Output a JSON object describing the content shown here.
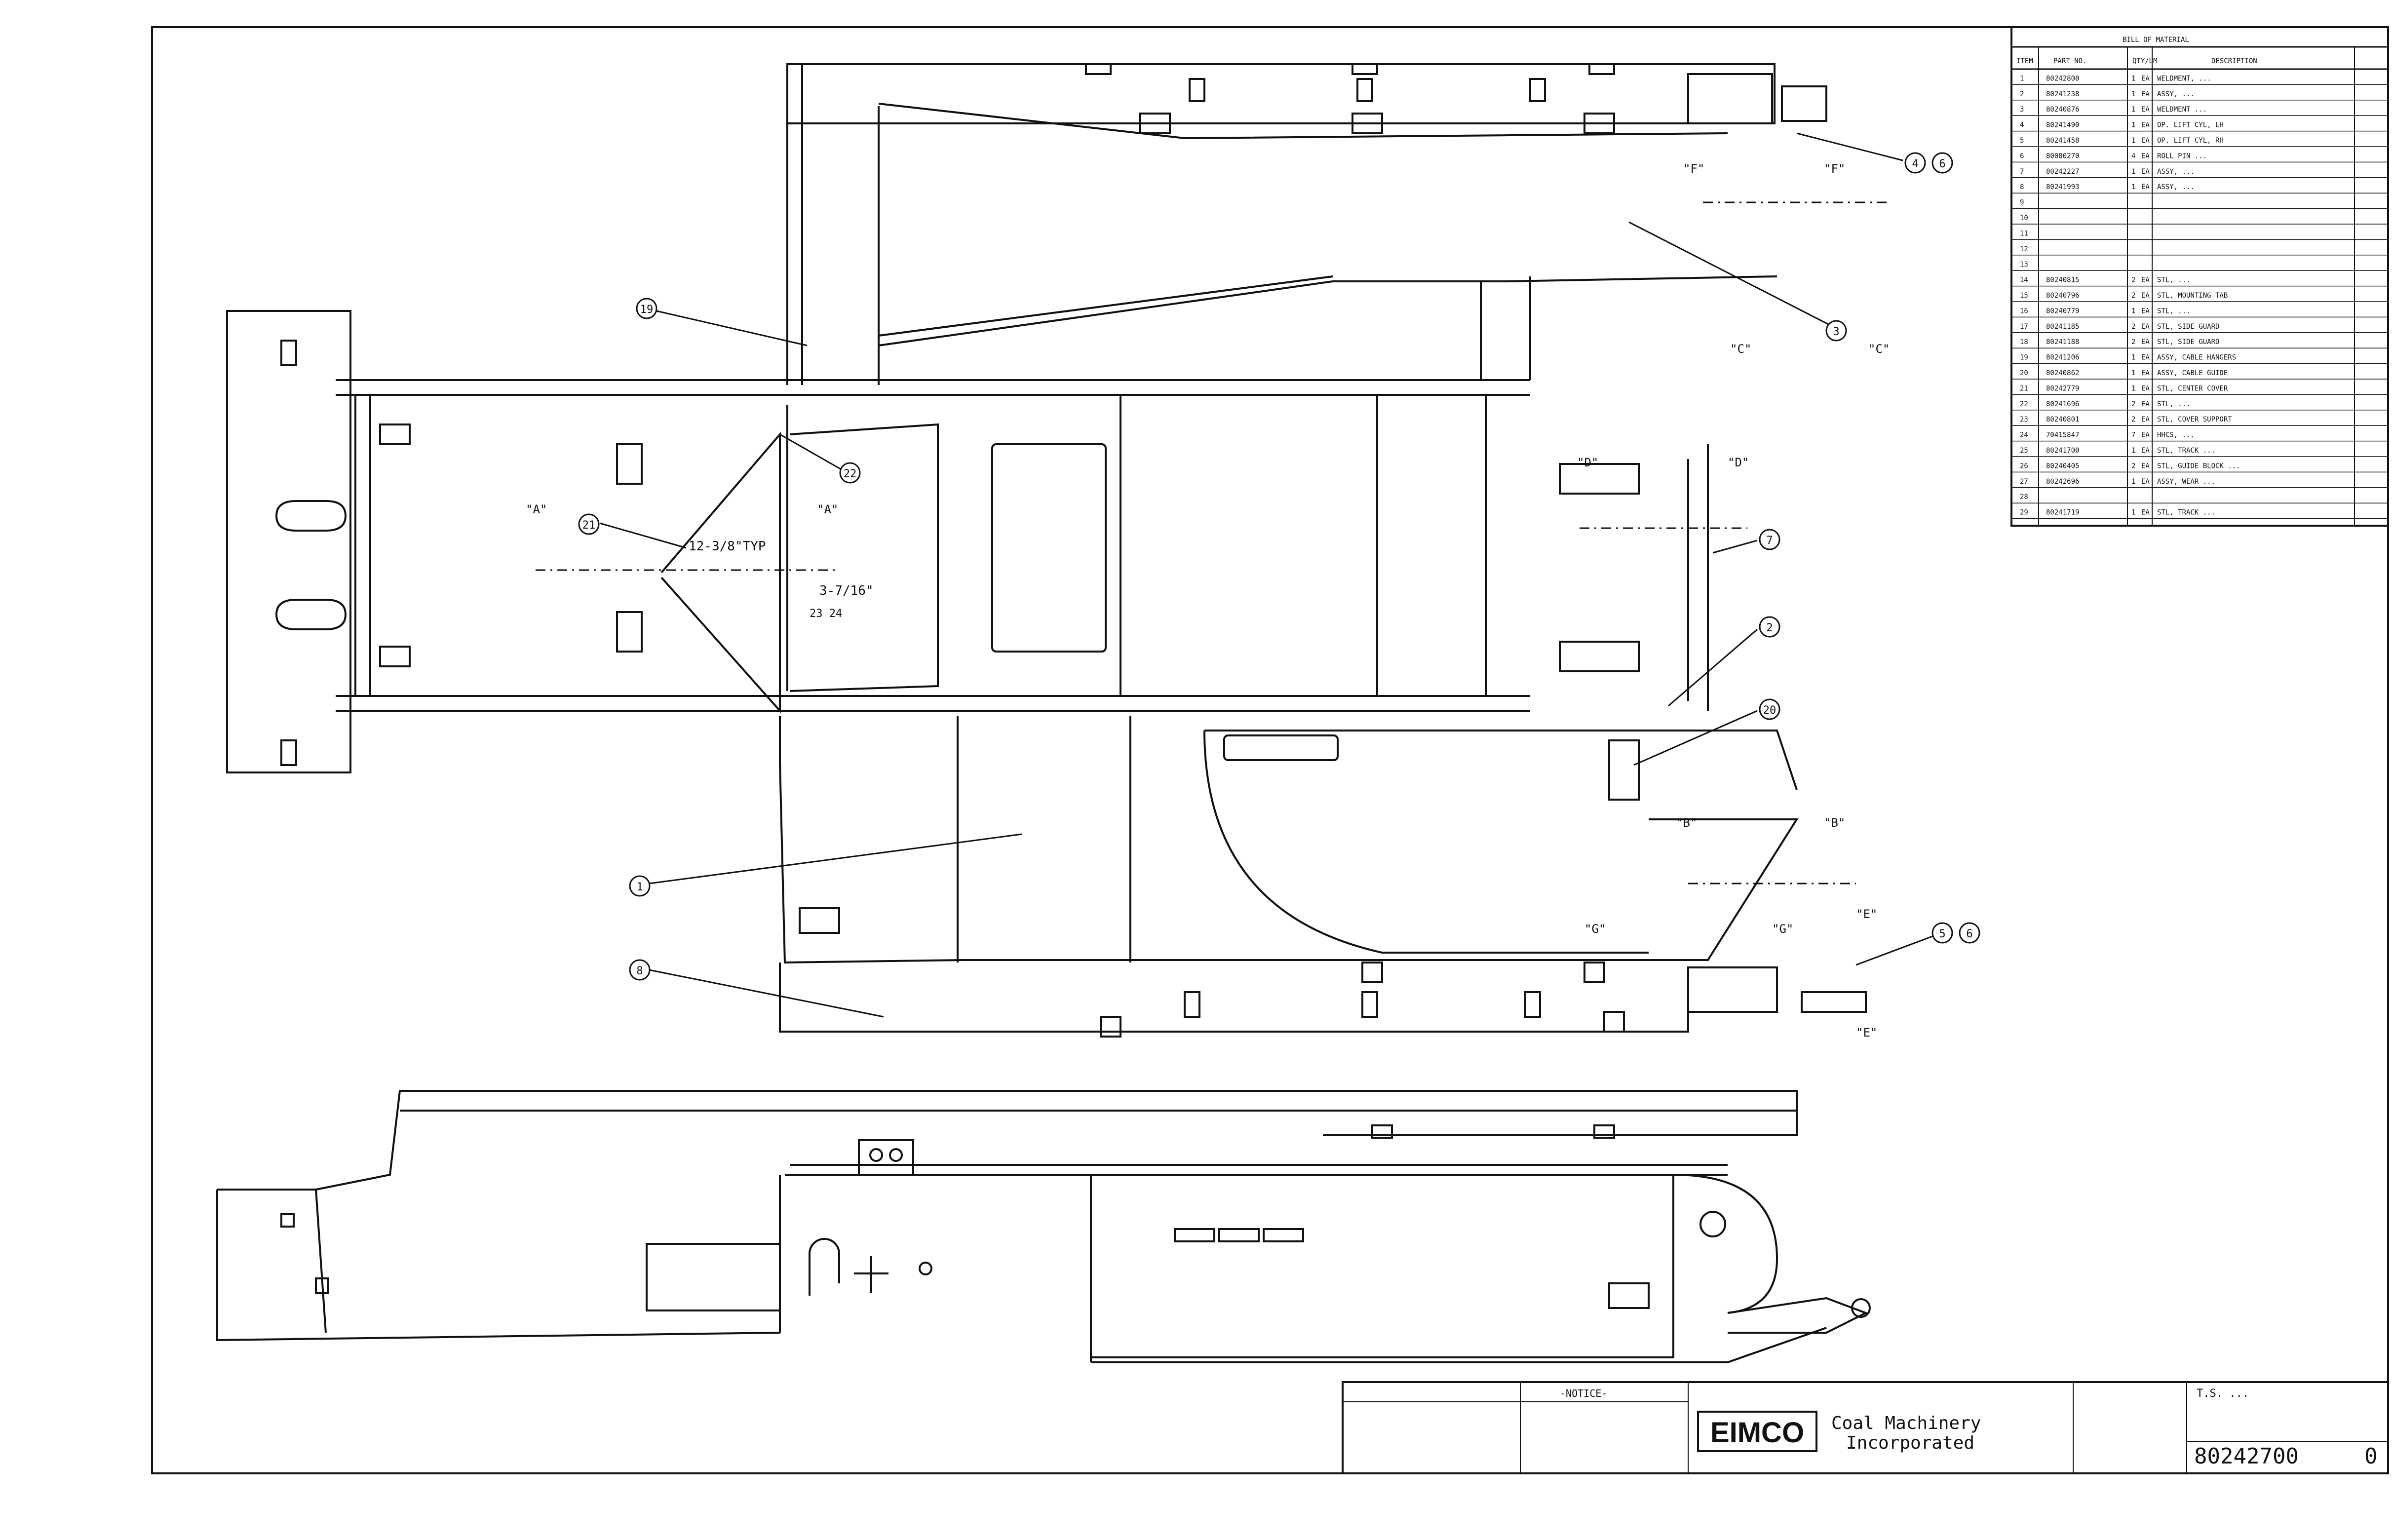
{
  "bom": {
    "title": "BILL OF MATERIAL",
    "col_headers": [
      "ITEM",
      "PART NO.",
      "QTY/UM",
      "DESCRIPTION"
    ],
    "rows": [
      {
        "item": "1",
        "part": "80242800",
        "qty": "1",
        "um": "EA",
        "desc": "WELDMENT, ..."
      },
      {
        "item": "2",
        "part": "80241238",
        "qty": "1",
        "um": "EA",
        "desc": "ASSY, ..."
      },
      {
        "item": "3",
        "part": "80240876",
        "qty": "1",
        "um": "EA",
        "desc": "WELDMENT ..."
      },
      {
        "item": "4",
        "part": "80241490",
        "qty": "1",
        "um": "EA",
        "desc": "OP. LIFT CYL, LH"
      },
      {
        "item": "5",
        "part": "80241458",
        "qty": "1",
        "um": "EA",
        "desc": "OP. LIFT CYL, RH"
      },
      {
        "item": "6",
        "part": "80080270",
        "qty": "4",
        "um": "EA",
        "desc": "ROLL PIN ..."
      },
      {
        "item": "7",
        "part": "80242227",
        "qty": "1",
        "um": "EA",
        "desc": "ASSY, ..."
      },
      {
        "item": "8",
        "part": "80241993",
        "qty": "1",
        "um": "EA",
        "desc": "ASSY, ..."
      },
      {
        "item": "9",
        "part": "",
        "qty": "",
        "um": "",
        "desc": ""
      },
      {
        "item": "10",
        "part": "",
        "qty": "",
        "um": "",
        "desc": ""
      },
      {
        "item": "11",
        "part": "",
        "qty": "",
        "um": "",
        "desc": ""
      },
      {
        "item": "12",
        "part": "",
        "qty": "",
        "um": "",
        "desc": ""
      },
      {
        "item": "13",
        "part": "",
        "qty": "",
        "um": "",
        "desc": ""
      },
      {
        "item": "14",
        "part": "80240815",
        "qty": "2",
        "um": "EA",
        "desc": "STL, ..."
      },
      {
        "item": "15",
        "part": "80240796",
        "qty": "2",
        "um": "EA",
        "desc": "STL, MOUNTING TAB"
      },
      {
        "item": "16",
        "part": "80240779",
        "qty": "1",
        "um": "EA",
        "desc": "STL, ..."
      },
      {
        "item": "17",
        "part": "80241185",
        "qty": "2",
        "um": "EA",
        "desc": "STL, SIDE GUARD"
      },
      {
        "item": "18",
        "part": "80241188",
        "qty": "2",
        "um": "EA",
        "desc": "STL, SIDE GUARD"
      },
      {
        "item": "19",
        "part": "80241206",
        "qty": "1",
        "um": "EA",
        "desc": "ASSY, CABLE HANGERS"
      },
      {
        "item": "20",
        "part": "80240862",
        "qty": "1",
        "um": "EA",
        "desc": "ASSY, CABLE GUIDE"
      },
      {
        "item": "21",
        "part": "80242779",
        "qty": "1",
        "um": "EA",
        "desc": "STL, CENTER COVER"
      },
      {
        "item": "22",
        "part": "80241696",
        "qty": "2",
        "um": "EA",
        "desc": "STL, ..."
      },
      {
        "item": "23",
        "part": "80240801",
        "qty": "2",
        "um": "EA",
        "desc": "STL, COVER SUPPORT"
      },
      {
        "item": "24",
        "part": "70415847",
        "qty": "7",
        "um": "EA",
        "desc": "HHCS, ..."
      },
      {
        "item": "25",
        "part": "80241700",
        "qty": "1",
        "um": "EA",
        "desc": "STL, TRACK ..."
      },
      {
        "item": "26",
        "part": "80240405",
        "qty": "2",
        "um": "EA",
        "desc": "STL, GUIDE BLOCK ..."
      },
      {
        "item": "27",
        "part": "80242696",
        "qty": "1",
        "um": "EA",
        "desc": "ASSY, WEAR ..."
      },
      {
        "item": "28",
        "part": "",
        "qty": "",
        "um": "",
        "desc": ""
      },
      {
        "item": "29",
        "part": "80241719",
        "qty": "1",
        "um": "EA",
        "desc": "STL, TRACK ..."
      }
    ]
  },
  "callouts": [
    "19",
    "22",
    "21",
    "7",
    "2",
    "20",
    "1",
    "8",
    "4",
    "6",
    "3",
    "5",
    "6"
  ],
  "dims": {
    "d1": "12-3/8\"TYP",
    "d2": "3-7/16\"",
    "d2_refs": "23 24"
  },
  "section_marks": {
    "A": "\"A\"",
    "B": "\"B\"",
    "C": "\"C\"",
    "D": "\"D\"",
    "E": "\"E\"",
    "F": "\"F\"",
    "G": "\"G\""
  },
  "title_block": {
    "notice_title": "-NOTICE-",
    "company_logo": "EIMCO",
    "company_line1": "Coal Machinery",
    "company_line2": "Incorporated",
    "drawing_no": "80242700",
    "rev": "0",
    "sheet_prefix": "T.S. ..."
  }
}
